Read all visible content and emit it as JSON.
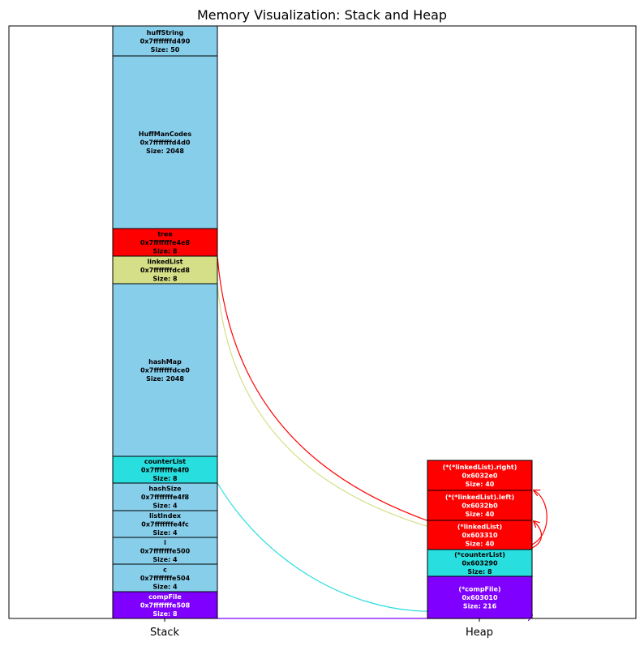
{
  "title": "Memory Visualization: Stack and Heap",
  "x_ticks": {
    "stack": "Stack",
    "heap": "Heap"
  },
  "stack": [
    {
      "name": "huffString",
      "address": "0x7fffffffd490",
      "size_text": "Size: 50",
      "color": "#87ceeb",
      "text_color": "#000000"
    },
    {
      "name": "HuffManCodes",
      "address": "0x7fffffffd4d0",
      "size_text": "Size: 2048",
      "color": "#87ceeb",
      "text_color": "#000000"
    },
    {
      "name": "tree",
      "address": "0x7fffffffe4e8",
      "size_text": "Size: 8",
      "color": "#ff0000",
      "text_color": "#000000"
    },
    {
      "name": "linkedList",
      "address": "0x7fffffffdcd8",
      "size_text": "Size: 8",
      "color": "#d4df87",
      "text_color": "#000000"
    },
    {
      "name": "hashMap",
      "address": "0x7fffffffdce0",
      "size_text": "Size: 2048",
      "color": "#87ceeb",
      "text_color": "#000000"
    },
    {
      "name": "counterList",
      "address": "0x7fffffffe4f0",
      "size_text": "Size: 8",
      "color": "#29dede",
      "text_color": "#000000"
    },
    {
      "name": "hashSize",
      "address": "0x7fffffffe4f8",
      "size_text": "Size: 4",
      "color": "#87ceeb",
      "text_color": "#000000"
    },
    {
      "name": "listIndex",
      "address": "0x7fffffffe4fc",
      "size_text": "Size: 4",
      "color": "#87ceeb",
      "text_color": "#000000"
    },
    {
      "name": "i",
      "address": "0x7fffffffe500",
      "size_text": "Size: 4",
      "color": "#87ceeb",
      "text_color": "#000000"
    },
    {
      "name": "c",
      "address": "0x7fffffffe504",
      "size_text": "Size: 4",
      "color": "#87ceeb",
      "text_color": "#000000"
    },
    {
      "name": "compFile",
      "address": "0x7fffffffe508",
      "size_text": "Size: 8",
      "color": "#8000ff",
      "text_color": "#ffffff"
    }
  ],
  "heap": [
    {
      "name": "(*(*linkedList).right)",
      "address": "0x6032e0",
      "size_text": "Size: 40",
      "color": "#ff0000",
      "text_color": "#ffffff"
    },
    {
      "name": "(*(*linkedList).left)",
      "address": "0x6032b0",
      "size_text": "Size: 40",
      "color": "#ff0000",
      "text_color": "#ffffff"
    },
    {
      "name": "(*linkedList)",
      "address": "0x603310",
      "size_text": "Size: 40",
      "color": "#ff0000",
      "text_color": "#ffffff"
    },
    {
      "name": "(*counterList)",
      "address": "0x603290",
      "size_text": "Size: 8",
      "color": "#29dede",
      "text_color": "#000000"
    },
    {
      "name": "(*compFile)",
      "address": "0x603010",
      "size_text": "Size: 216",
      "color": "#8000ff",
      "text_color": "#ffffff"
    }
  ],
  "pointers": [
    {
      "from": "stack",
      "from_index": 2,
      "to": "heap",
      "to_index": 2,
      "color": "#ff0000"
    },
    {
      "from": "stack",
      "from_index": 3,
      "to": "heap",
      "to_index": 2,
      "color": "#d4df87"
    },
    {
      "from": "stack",
      "from_index": 5,
      "to": "heap",
      "to_index": 4,
      "color": "#29dede"
    },
    {
      "from": "stack",
      "from_index": 10,
      "to": "heap",
      "to_index": 4,
      "color": "#8000ff"
    },
    {
      "from": "heap",
      "from_index": 2,
      "to": "heap",
      "to_index": 1,
      "color": "#ff0000"
    },
    {
      "from": "heap",
      "from_index": 2,
      "to": "heap",
      "to_index": 0,
      "color": "#ff0000"
    }
  ]
}
